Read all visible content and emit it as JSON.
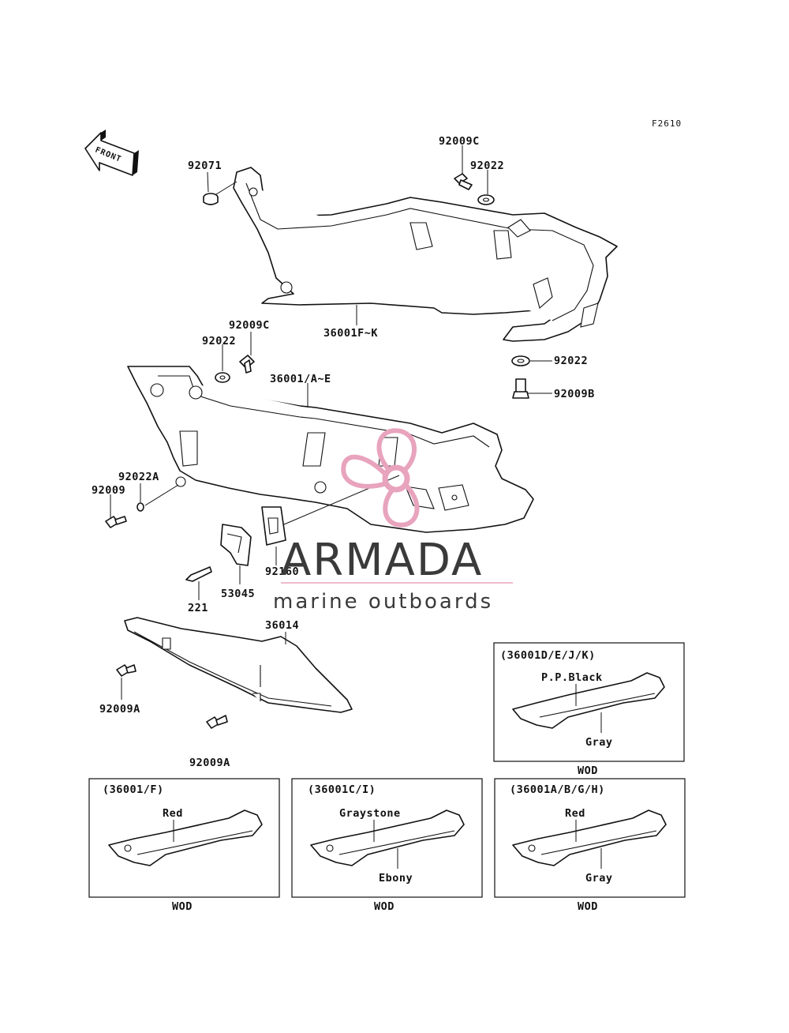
{
  "figure_code": "F2610",
  "front_arrow_text": "FRONT",
  "callouts": {
    "c92071": "92071",
    "c92009c_top": "92009C",
    "c92022_top": "92022",
    "c36001fk": "36001F~K",
    "c92022_right": "92022",
    "c92009b": "92009B",
    "c92009c_mid": "92009C",
    "c92022_mid": "92022",
    "c36001ae": "36001/A~E",
    "c92022a": "92022A",
    "c92009": "92009",
    "c92160": "92160",
    "c53045": "53045",
    "c221": "221",
    "c36014": "36014",
    "c92009a_1": "92009A",
    "c92009a_2": "92009A"
  },
  "variant_boxes": [
    {
      "title": "(36001D/E/J/K)",
      "color_top": "P.P.Black",
      "color_bottom": "Gray",
      "footer": "WOD"
    },
    {
      "title": "(36001/F)",
      "color_top": "Red",
      "color_bottom": "",
      "footer": "WOD"
    },
    {
      "title": "(36001C/I)",
      "color_top": "Graystone",
      "color_bottom": "Ebony",
      "footer": "WOD"
    },
    {
      "title": "(36001A/B/G/H)",
      "color_top": "Red",
      "color_bottom": "Gray",
      "footer": "WOD"
    }
  ],
  "watermark": {
    "brand": "ARMADA",
    "tagline": "marine outboards",
    "logo_color": "#e8a3bd",
    "divider_color": "#e8a3bd"
  }
}
